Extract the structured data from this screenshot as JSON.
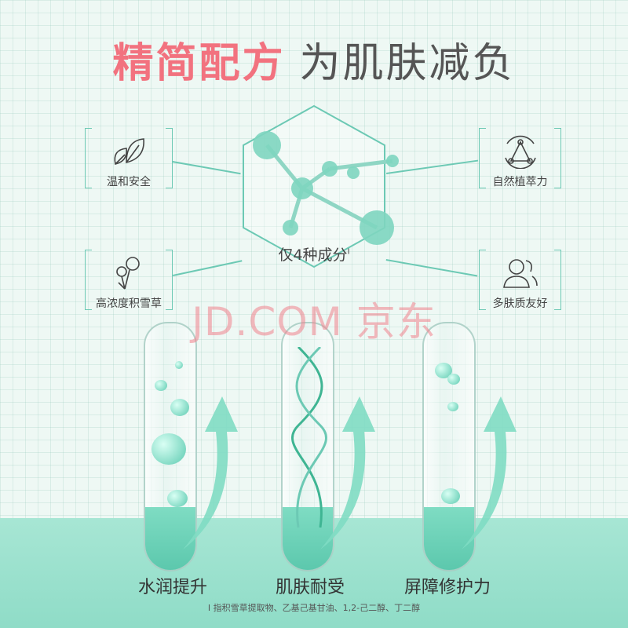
{
  "title": {
    "highlight": "精简配方",
    "rest": "为肌肤减负"
  },
  "features": [
    {
      "label": "温和安全",
      "icon": "leaf-icon"
    },
    {
      "label": "高浓度积雪草",
      "icon": "plant-icon"
    },
    {
      "label": "自然植萃力",
      "icon": "triangle-network-icon"
    },
    {
      "label": "多肤质友好",
      "icon": "people-icon"
    }
  ],
  "center": {
    "label": "仅4种成分",
    "mark": "I"
  },
  "watermark": "JD.COM 京东",
  "benefits": [
    {
      "label": "水润提升"
    },
    {
      "label": "肌肤耐受"
    },
    {
      "label": "屏障修护力"
    }
  ],
  "footnote": "I 指积雪草提取物、乙基己基甘油、1,2-己二醇、丁二醇",
  "colors": {
    "accent": "#f2727f",
    "mint": "#6cc9b4"
  }
}
